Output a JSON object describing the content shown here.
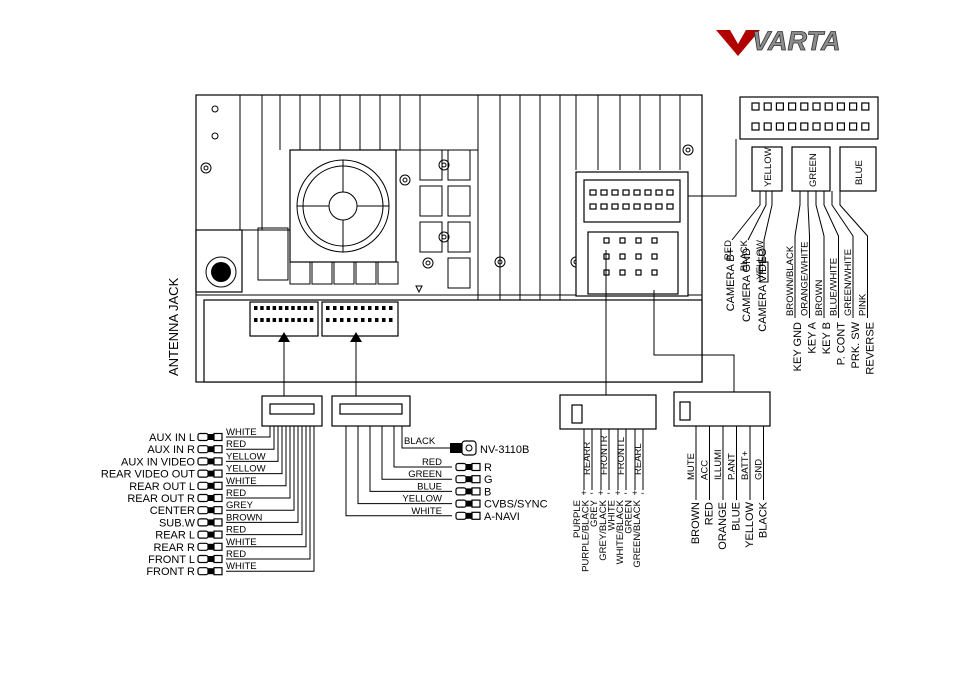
{
  "brand": {
    "name": "VARTA"
  },
  "head_unit": {
    "antenna_label": "ANTENNA JACK"
  },
  "left_harness": {
    "rows": [
      {
        "label": "AUX IN L",
        "color": "WHITE"
      },
      {
        "label": "AUX IN R",
        "color": "RED"
      },
      {
        "label": "AUX IN VIDEO",
        "color": "YELLOW"
      },
      {
        "label": "REAR VIDEO OUT",
        "color": "YELLOW"
      },
      {
        "label": "REAR OUT L",
        "color": "WHITE"
      },
      {
        "label": "REAR OUT R",
        "color": "RED"
      },
      {
        "label": "CENTER",
        "color": "GREY"
      },
      {
        "label": "SUB.W",
        "color": "BROWN"
      },
      {
        "label": "REAR L",
        "color": "RED"
      },
      {
        "label": "REAR R",
        "color": "WHITE"
      },
      {
        "label": "FRONT L",
        "color": "RED"
      },
      {
        "label": "FRONT R",
        "color": "WHITE"
      }
    ]
  },
  "mid_harness": {
    "nav_wire": {
      "color": "BLACK",
      "label": "NV-3110B"
    },
    "rows": [
      {
        "color": "RED",
        "label": "R"
      },
      {
        "color": "GREEN",
        "label": "G"
      },
      {
        "color": "BLUE",
        "label": "B"
      },
      {
        "color": "YELLOW",
        "label": "CVBS/SYNC"
      },
      {
        "color": "WHITE",
        "label": "A-NAVI"
      }
    ]
  },
  "speaker_harness": {
    "pins": [
      "REARR",
      "FRONTR",
      "FRONTL",
      "REARL"
    ],
    "wires": [
      "PURPLE",
      "PURPLE/BLACK",
      "GREY",
      "GREY/BLACK",
      "WHITE",
      "WHITE/BLACK",
      "GREEN",
      "GREEN/BLACK"
    ],
    "polarity": {
      "plus": "+",
      "minus": "-"
    }
  },
  "power_harness": {
    "pins": [
      "MUTE",
      "ACC",
      "ILLUMI",
      "P.ANT",
      "BATT+",
      "GND"
    ],
    "wires": [
      "BROWN",
      "RED",
      "ORANGE",
      "BLUE",
      "YELLOW",
      "BLACK"
    ]
  },
  "camera": {
    "wire_colors": [
      "RED",
      "BLACK",
      "YELLOW"
    ],
    "labels": [
      "CAMERA B+",
      "CAMERA GND",
      "CAMERA VIDEO"
    ]
  },
  "control": {
    "plugs": [
      "YELLOW",
      "GREEN",
      "BLUE"
    ],
    "wire_colors": [
      "BROWN/BLACK",
      "ORANGE/WHITE",
      "BROWN",
      "BLUE/WHITE",
      "GREEN/WHITE",
      "PINK"
    ],
    "labels": [
      "KEY GND",
      "KEY A",
      "KEY B",
      "P. CONT",
      "PRK. SW",
      "REVERSE"
    ]
  }
}
